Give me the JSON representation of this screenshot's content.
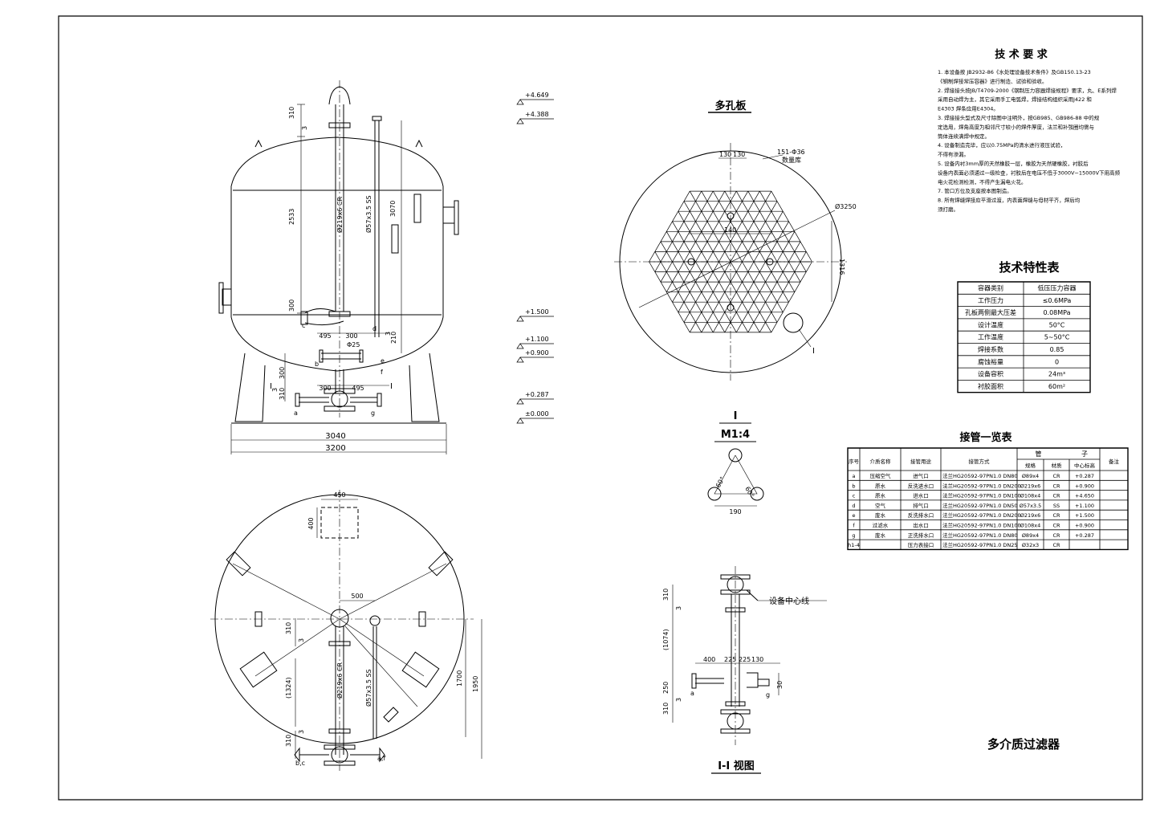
{
  "elevation_side": [
    "+4.649",
    "+4.388",
    "+1.500",
    "+1.100",
    "+0.900",
    "+0.287",
    "±0.000"
  ],
  "front_view": {
    "dims_bottom": [
      "3040",
      "3200"
    ],
    "dims_vertical": [
      "310",
      "3",
      "2533",
      "300",
      "3070",
      "300",
      "310",
      "3",
      "210",
      "3"
    ],
    "dims_horizontal": [
      "495",
      "300",
      "300",
      "495"
    ],
    "pipe_labels": [
      "Ø219x6 CR",
      "Ø57x3.5 SS",
      "Φ25"
    ],
    "nozzle_letters": [
      "a",
      "b",
      "c",
      "d",
      "e",
      "f",
      "g"
    ],
    "section_mark": "I"
  },
  "perforated_plate": {
    "title": "多孔板",
    "dims": [
      "130",
      "130",
      "151-Φ36",
      "数量库",
      "Ø3250",
      "140",
      "1316"
    ],
    "detail_mark": "I"
  },
  "detail_I": {
    "title": "I",
    "scale": "M1:4",
    "dims": [
      "60°",
      "60°",
      "190"
    ]
  },
  "plan_view": {
    "dims": [
      "450",
      "400",
      "500",
      "310",
      "3",
      "(1324)",
      "1700",
      "1950",
      "310",
      "3"
    ],
    "pipe_labels": [
      "Ø219x6 CR",
      "Ø57x3.5 SS"
    ],
    "nozzle_letters": [
      "b,c",
      "a,f"
    ]
  },
  "section_II": {
    "title": "I-I 视图",
    "centerline_label": "设备中心线",
    "dims": [
      "310",
      "3",
      "(1074)",
      "400",
      "225",
      "225",
      "130",
      "250",
      "310",
      "3",
      "30"
    ],
    "nozzle_letters": [
      "a",
      "g"
    ]
  },
  "tech_requirements": {
    "title": "技 术 要 求",
    "items": [
      "1. 本设备按 JB2932-86《水处理设备技术条件》及GB150.13-23",
      "   《钢制焊接常压容器》进行制造、试验和验收。",
      "2. 焊接接头按JB/T4709-2000《钢制压力容器焊接规程》要求，丸、E系列焊",
      "   采用自动焊为主，其它采用手工电弧焊，焊接结构组织采用J422 和",
      "   E4303 焊条应用E4304。",
      "3. 焊接接头型式及尺寸除图中注明外，按GB985、GB986-88 中的规",
      "   定选用，焊角高度为相邻尺寸较小的焊件厚度，法兰和补强圈均需与",
      "   筒体连续满焊中规定。",
      "4. 设备制造完毕，应以0.75MPa的清水进行液压试验，",
      "   不得有渗漏。",
      "5. 设备内衬3mm厚的天然橡胶一层，橡胶为天然硬橡胶，衬胶后",
      "   设备内表面必须通过一级检查，衬胶后在电压不低于3000V~15000V下用高频",
      "   电火花检测检测，不得产生漏电火花。",
      "7. 管口方位及支座按本图制造。",
      "8. 所有焊缝焊接应平滑过渡，内表面焊缝与母材平齐，焊后均",
      "   须打磨。"
    ]
  },
  "tech_table": {
    "title": "技术特性表",
    "rows": [
      [
        "容器类别",
        "低压压力容器"
      ],
      [
        "工作压力",
        "≤0.6MPa"
      ],
      [
        "孔板两侧最大压差",
        "0.08MPa"
      ],
      [
        "设计温度",
        "50°C"
      ],
      [
        "工作温度",
        "5~50°C"
      ],
      [
        "焊接系数",
        "0.85"
      ],
      [
        "腐蚀裕量",
        "0"
      ],
      [
        "设备容积",
        "24m³"
      ],
      [
        "衬胶面积",
        "60m²"
      ]
    ]
  },
  "nozzle_table": {
    "title": "接管一览表",
    "headers": [
      "序号",
      "介质名称",
      "接管用途",
      "接管方式",
      "管",
      "子",
      "规格",
      "材质",
      "中心标高",
      "备注"
    ],
    "rows": [
      [
        "a",
        "压缩空气",
        "进气口",
        "法兰HG20592-97PN1.0 DN80",
        "Ø89x4",
        "CR",
        "+0.287",
        ""
      ],
      [
        "b",
        "原水",
        "反洗进水口",
        "法兰HG20592-97PN1.0 DN200",
        "Ø219x6",
        "CR",
        "+0.900",
        ""
      ],
      [
        "c",
        "原水",
        "进水口",
        "法兰HG20592-97PN1.0 DN100",
        "Ø108x4",
        "CR",
        "+4.650",
        ""
      ],
      [
        "d",
        "空气",
        "排气口",
        "法兰HG20592-97PN1.0 DN50",
        "Ø57x3.5",
        "SS",
        "+1.100",
        ""
      ],
      [
        "e",
        "废水",
        "反洗排水口",
        "法兰HG20592-97PN1.0 DN200",
        "Ø219x6",
        "CR",
        "+1.500",
        ""
      ],
      [
        "f",
        "过滤水",
        "出水口",
        "法兰HG20592-97PN1.0 DN100",
        "Ø108x4",
        "CR",
        "+0.900",
        ""
      ],
      [
        "g",
        "废水",
        "正洗排水口",
        "法兰HG20592-97PN1.0 DN80",
        "Ø89x4",
        "CR",
        "+0.287",
        ""
      ],
      [
        "h1-4",
        "",
        "压力表接口",
        "法兰HG20592-97PN1.0 DN25",
        "Ø32x3",
        "CR",
        "",
        ""
      ]
    ]
  },
  "drawing_title": "多介质过滤器"
}
